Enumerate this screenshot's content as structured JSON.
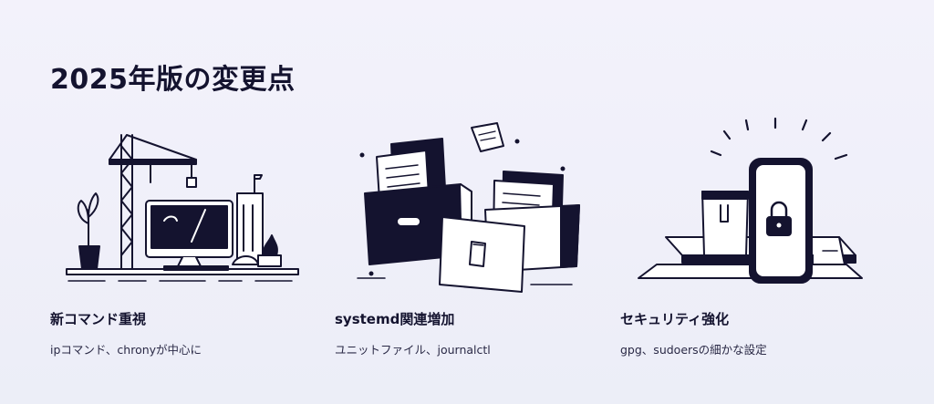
{
  "page": {
    "title": "2025年版の変更点"
  },
  "cards": [
    {
      "heading": "新コマンド重視",
      "description": "ipコマンド、chronyが中心に",
      "icon": "desk-with-crane-illustration"
    },
    {
      "heading": "systemd関連増加",
      "description": "ユニットファイル、journalctl",
      "icon": "file-boxes-illustration"
    },
    {
      "heading": "セキュリティ強化",
      "description": "gpg、sudoersの細かな設定",
      "icon": "phone-lock-illustration"
    }
  ],
  "colors": {
    "ink": "#14132f",
    "background": "#f1f0fa"
  }
}
